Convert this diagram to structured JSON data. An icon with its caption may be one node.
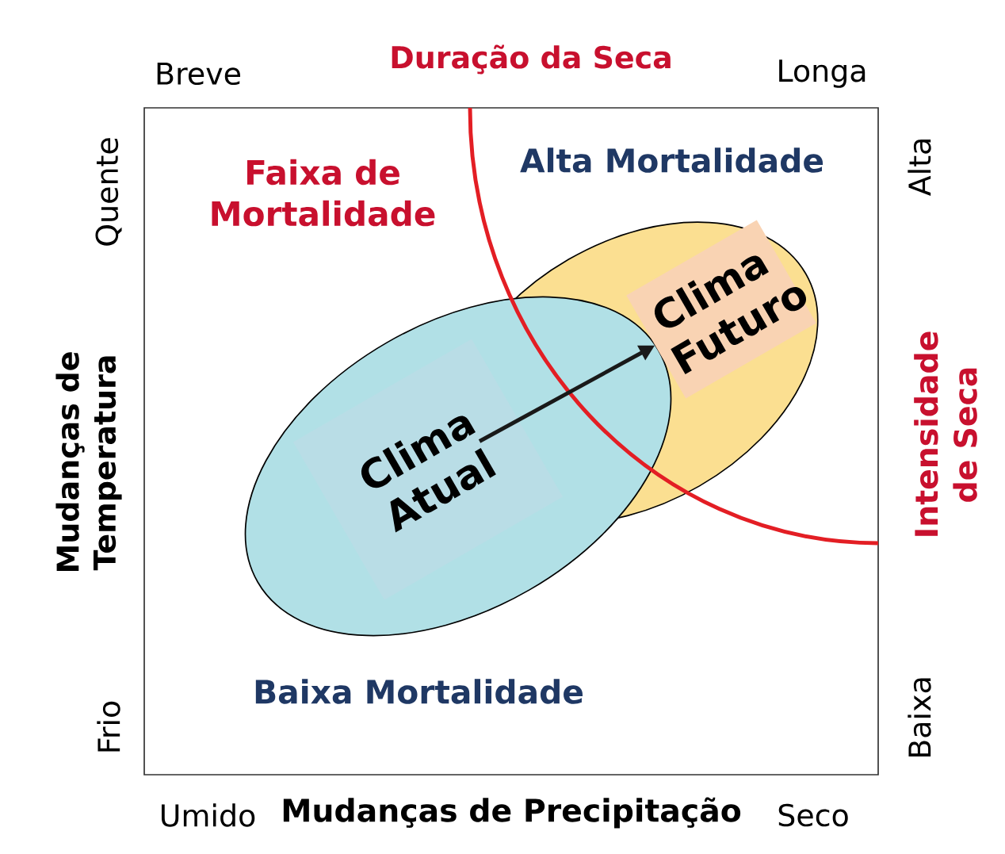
{
  "diagram": {
    "nodes": [
      {
        "text": [
          "Clima Atual"
        ]
      },
      {
        "text": [
          "Clima Futuro"
        ]
      }
    ],
    "edges": [
      {
        "from": 0,
        "to": 1,
        "arrow": "to"
      }
    ],
    "labels": [
      "Duração da Seca",
      "Breve",
      "Longa",
      "Quente",
      "Faixa de Mortalidade",
      "Alta Mortalidade",
      "Alta",
      "Mudanças de Temperatura",
      "Intensidade de Seca",
      "Baixa Mortalidade",
      "Frio",
      "Baixa",
      "Umido",
      "Mudanças de Precipitação",
      "Seco"
    ]
  }
}
